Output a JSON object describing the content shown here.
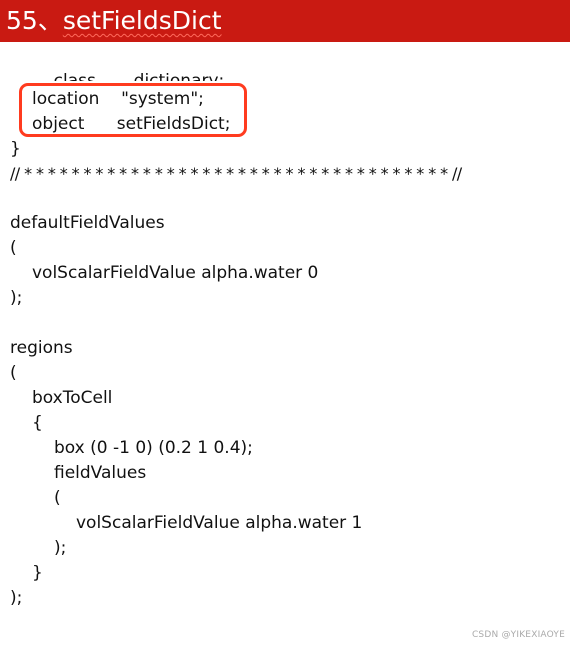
{
  "title": {
    "prefix": "55、",
    "text": "setFieldsDict"
  },
  "code": {
    "clipped_line": "class       dictionary;",
    "location_line": "location    \"system\";",
    "object_line": "object      setFieldsDict;",
    "close_header": "}",
    "separator": "// * * * * * * * * * * * * * * * * * * * * * * * * * * * * * * * * * * * * //",
    "default_field_values": "defaultFieldValues",
    "open_paren_1": "(",
    "default_value_entry": "volScalarFieldValue alpha.water 0",
    "close_paren_1": ");",
    "regions": "regions",
    "open_paren_2": "(",
    "box_to_cell": "boxToCell",
    "open_brace": "{",
    "box_line": "box (0 -1 0) (0.2 1 0.4);",
    "field_values": "fieldValues",
    "open_paren_3": "(",
    "region_value_entry": "volScalarFieldValue alpha.water 1",
    "close_paren_3": ");",
    "close_brace": "}",
    "close_paren_2": ");"
  },
  "watermark": "CSDN @YIKEXIAOYE",
  "colors": {
    "title_background": "#c91a12",
    "highlight_border": "#ff3b1f"
  }
}
